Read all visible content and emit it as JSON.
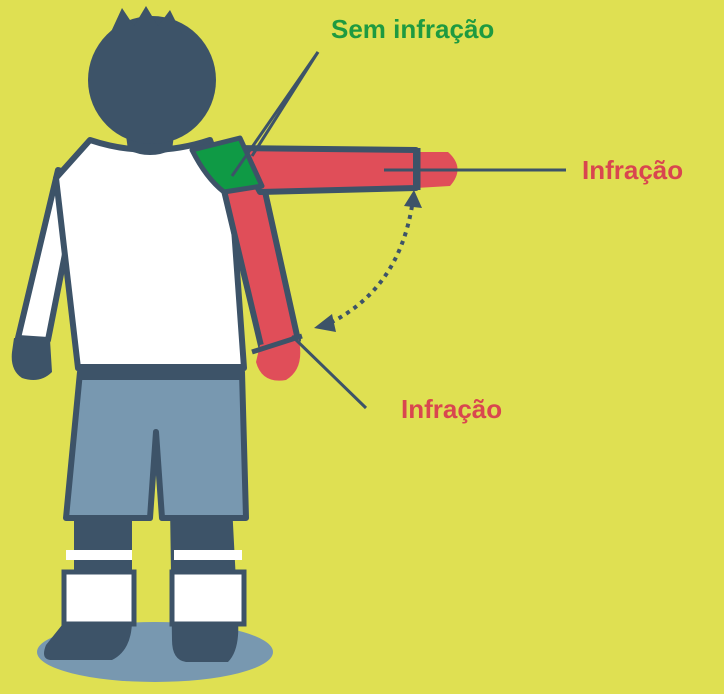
{
  "labels": {
    "no_foul": "Sem infração",
    "foul_horizontal": "Infração",
    "foul_lowered": "Infração"
  },
  "colors": {
    "background": "#dfe052",
    "outline": "#3d5368",
    "shirt": "#ffffff",
    "shorts": "#7898b0",
    "shadow": "#7898b0",
    "no_foul_zone": "#0f9a45",
    "foul_zone": "#e04e59",
    "no_foul_text": "#1e9a40",
    "foul_text": "#d9464f"
  },
  "icons": [
    "player-figure",
    "double-arrow-icon"
  ]
}
